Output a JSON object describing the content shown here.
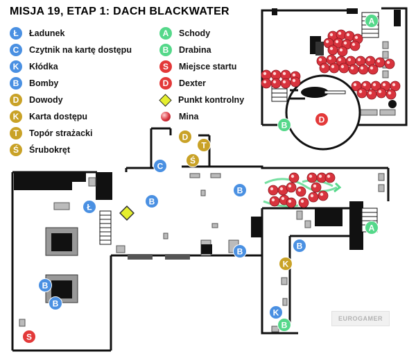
{
  "title": "MISJA 19, ETAP 1: DACH BLACKWATER",
  "watermark": "EUROGAMER",
  "colors": {
    "blue": "#4a90e2",
    "gold": "#c9a227",
    "green": "#55d88a",
    "red": "#e33939",
    "wall": "#111111",
    "mine": "#d8333d",
    "checkpoint": "#e5ef2e"
  },
  "legend": [
    {
      "symbol": "Ł",
      "label": "Ładunek",
      "color": "blue"
    },
    {
      "symbol": "C",
      "label": "Czytnik na kartę dostępu",
      "color": "blue"
    },
    {
      "symbol": "K",
      "label": "Kłódka",
      "color": "blue"
    },
    {
      "symbol": "B",
      "label": "Bomby",
      "color": "blue"
    },
    {
      "symbol": "D",
      "label": "Dowody",
      "color": "gold"
    },
    {
      "symbol": "K",
      "label": "Karta dostępu",
      "color": "gold"
    },
    {
      "symbol": "T",
      "label": "Topór strażacki",
      "color": "gold"
    },
    {
      "symbol": "Ś",
      "label": "Śrubokręt",
      "color": "gold"
    },
    {
      "symbol": "A",
      "label": "Schody",
      "color": "green"
    },
    {
      "symbol": "B",
      "label": "Drabina",
      "color": "green"
    },
    {
      "symbol": "S",
      "label": "Miejsce startu",
      "color": "red"
    },
    {
      "symbol": "D",
      "label": "Dexter",
      "color": "red"
    },
    {
      "symbol": "",
      "label": "Punkt kontrolny",
      "color": "checkpoint",
      "shape": "diamond-icon"
    },
    {
      "symbol": "",
      "label": "Mina",
      "color": "mine",
      "shape": "mine-icon"
    }
  ],
  "markers": [
    {
      "symbol": "A",
      "color": "green",
      "name": "stairs-a-top"
    },
    {
      "symbol": "D",
      "color": "red",
      "name": "dexter"
    },
    {
      "symbol": "B",
      "color": "green",
      "name": "ladder-top"
    },
    {
      "symbol": "D",
      "color": "gold",
      "name": "evidence"
    },
    {
      "symbol": "T",
      "color": "gold",
      "name": "fire-axe"
    },
    {
      "symbol": "C",
      "color": "blue",
      "name": "card-reader"
    },
    {
      "symbol": "Ś",
      "color": "gold",
      "name": "screwdriver"
    },
    {
      "symbol": "B",
      "color": "blue",
      "name": "bomb-1"
    },
    {
      "symbol": "Ł",
      "color": "blue",
      "name": "charge"
    },
    {
      "symbol": "B",
      "color": "blue",
      "name": "bomb-2"
    },
    {
      "symbol": "A",
      "color": "green",
      "name": "stairs-a-right"
    },
    {
      "symbol": "B",
      "color": "blue",
      "name": "bomb-3"
    },
    {
      "symbol": "B",
      "color": "blue",
      "name": "bomb-4"
    },
    {
      "symbol": "K",
      "color": "gold",
      "name": "access-card"
    },
    {
      "symbol": "B",
      "color": "blue",
      "name": "bomb-5"
    },
    {
      "symbol": "B",
      "color": "blue",
      "name": "bomb-6"
    },
    {
      "symbol": "K",
      "color": "blue",
      "name": "padlock"
    },
    {
      "symbol": "B",
      "color": "green",
      "name": "ladder-bottom"
    },
    {
      "symbol": "S",
      "color": "red",
      "name": "start"
    }
  ]
}
